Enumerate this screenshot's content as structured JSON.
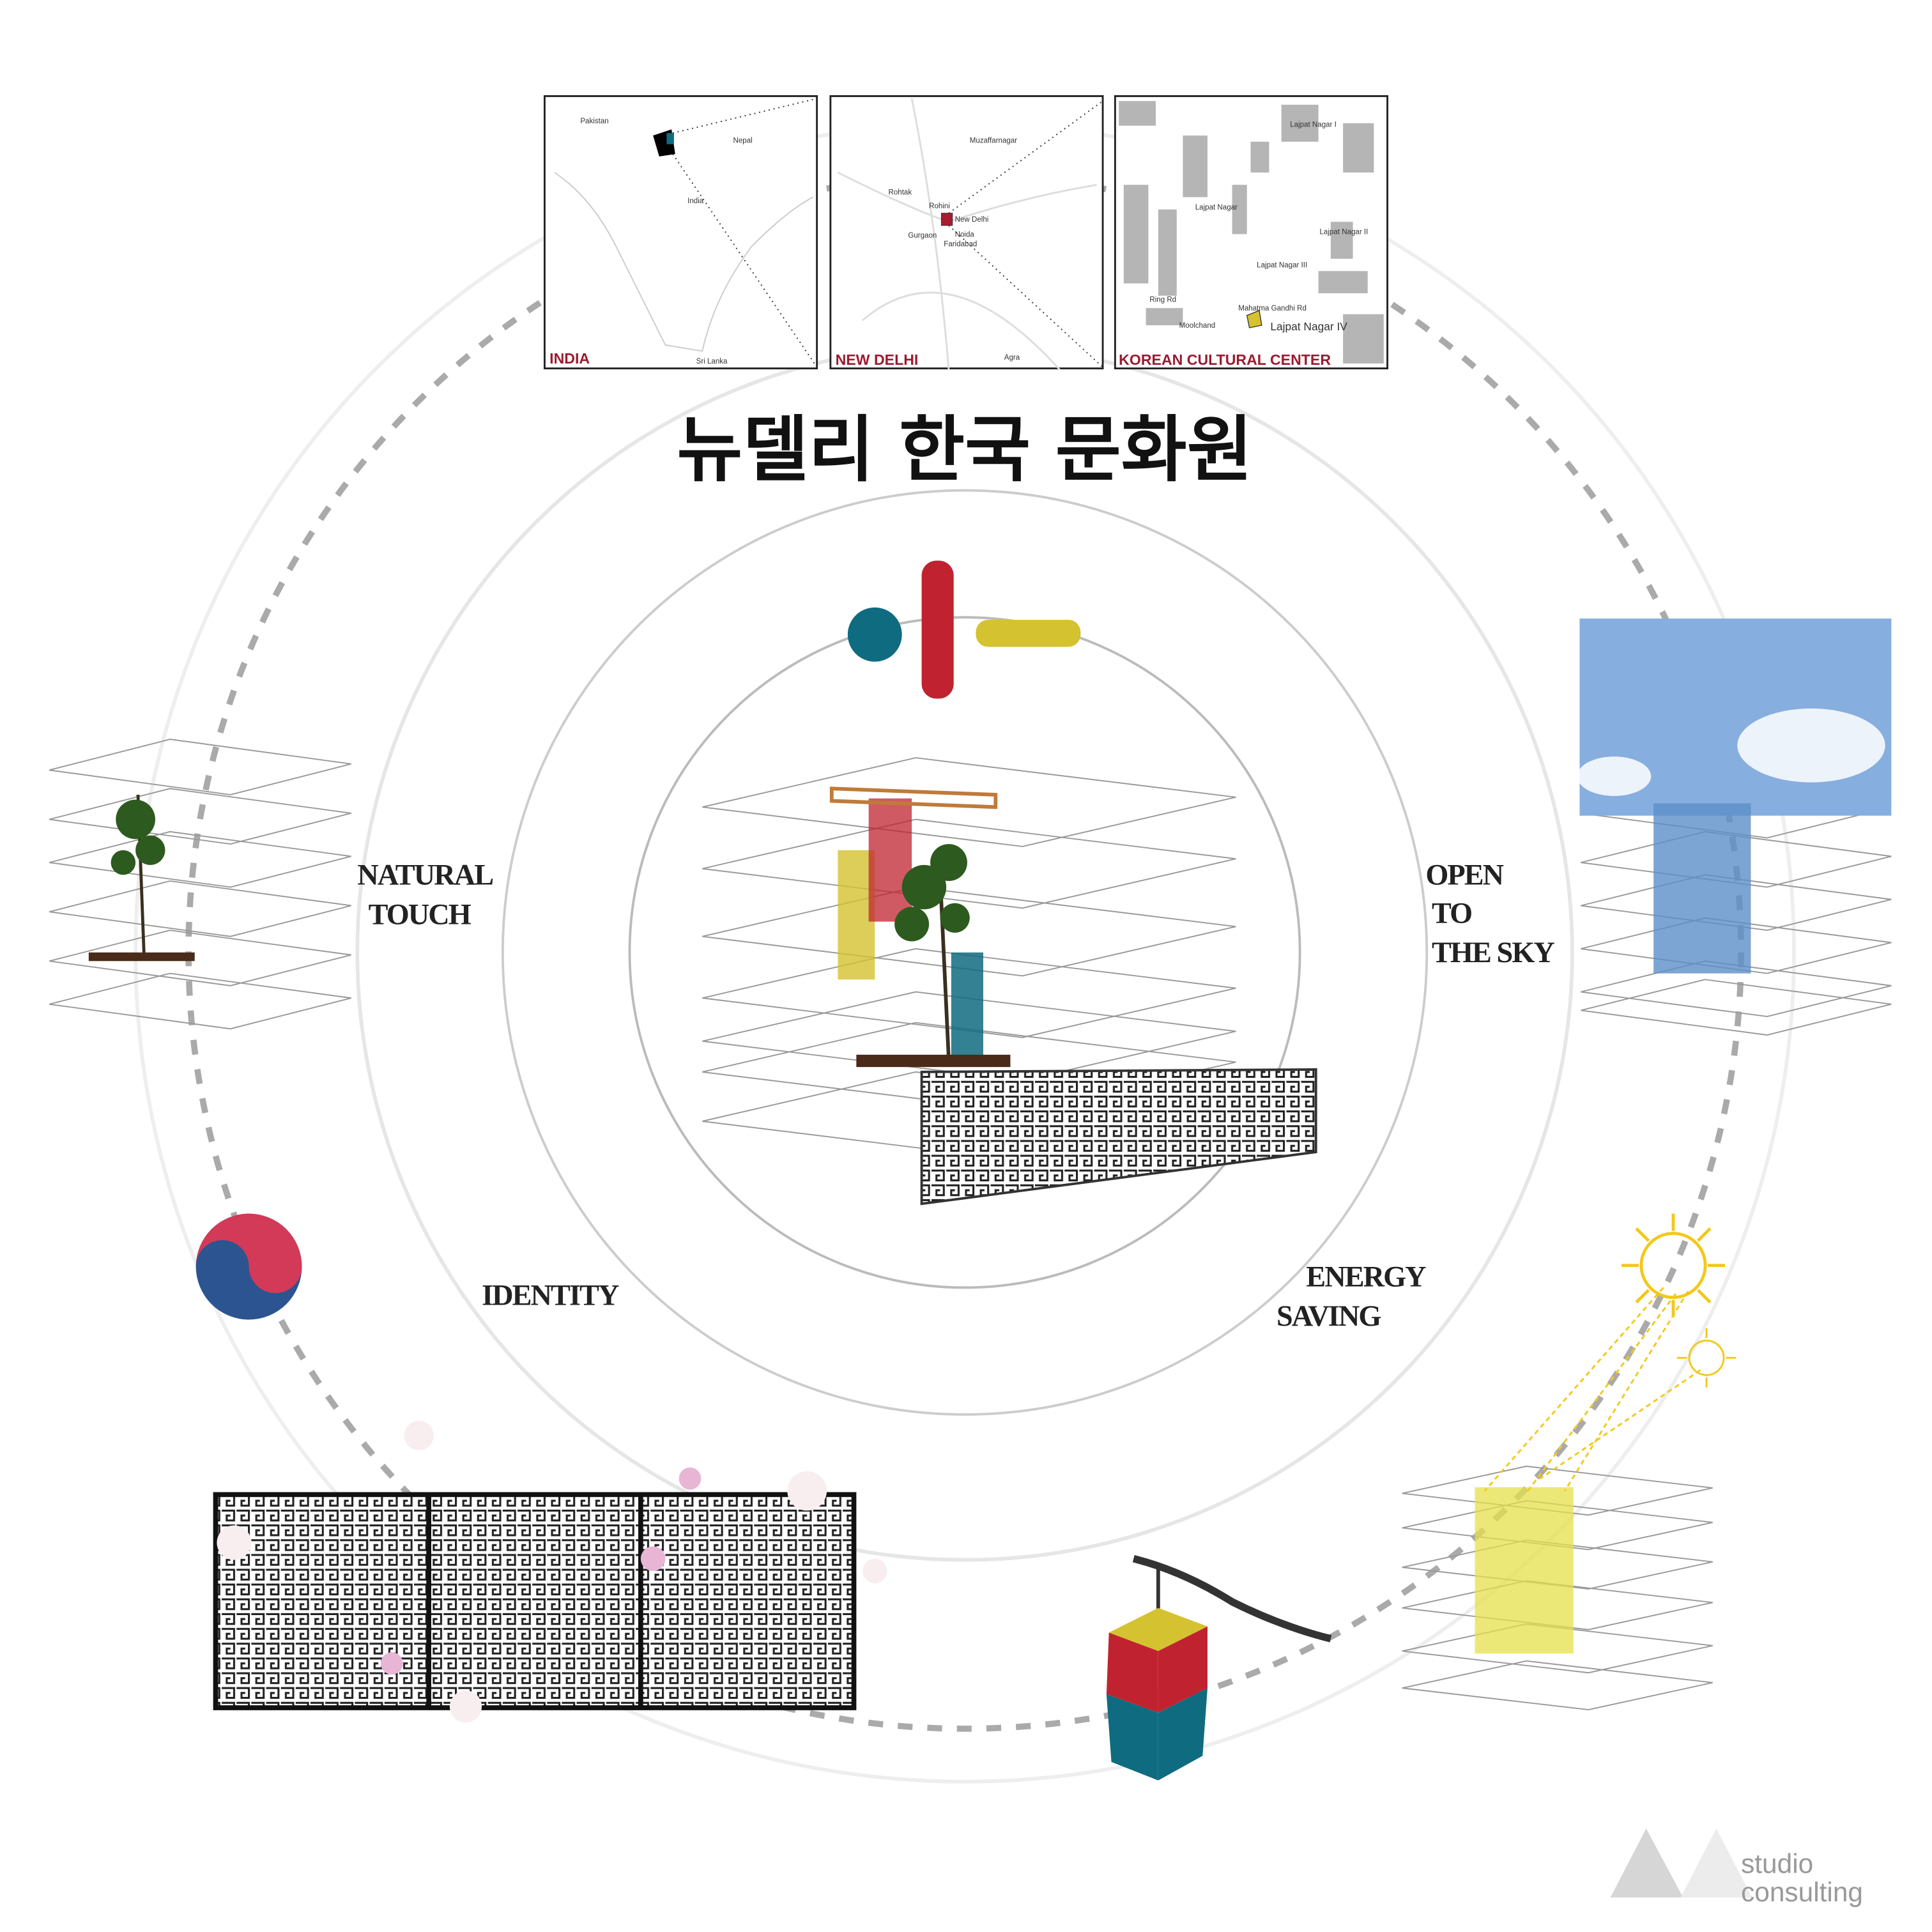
{
  "title": "뉴델리 한국 문화원",
  "maps": [
    {
      "label": "INDIA",
      "places": [
        "Pakistan",
        "Nepal",
        "India",
        "Sri Lanka"
      ]
    },
    {
      "label": "NEW DELHI",
      "places": [
        "Muzaffarnagar",
        "Rohtak",
        "Rohini",
        "New Delhi",
        "Gurgaon",
        "Noida",
        "Faridabad",
        "Agra"
      ]
    },
    {
      "label": "KOREAN CULTURAL CENTER",
      "places": [
        "Lajpat Nagar I",
        "Lajpat Nagar",
        "Lajpat Nagar II",
        "Lajpat Nagar III",
        "Ring Rd",
        "Mahatma Gandhi Rd",
        "Moolchand",
        "Lajpat Nagar IV"
      ]
    }
  ],
  "concepts": {
    "natural_touch": [
      "NATURAL",
      "TOUCH"
    ],
    "open_to_sky": [
      "OPEN",
      "TO",
      "THE SKY"
    ],
    "identity": "IDENTITY",
    "energy_saving": [
      "ENERGY",
      "SAVING"
    ]
  },
  "logo": {
    "line1": "studio",
    "line2": "consulting"
  },
  "colors": {
    "red": "#c0232f",
    "blue": "#0f6b80",
    "yellow": "#d4c230",
    "map_label": "#9b1b30",
    "taeguk_red": "#d23a57",
    "taeguk_blue": "#2c5491"
  }
}
